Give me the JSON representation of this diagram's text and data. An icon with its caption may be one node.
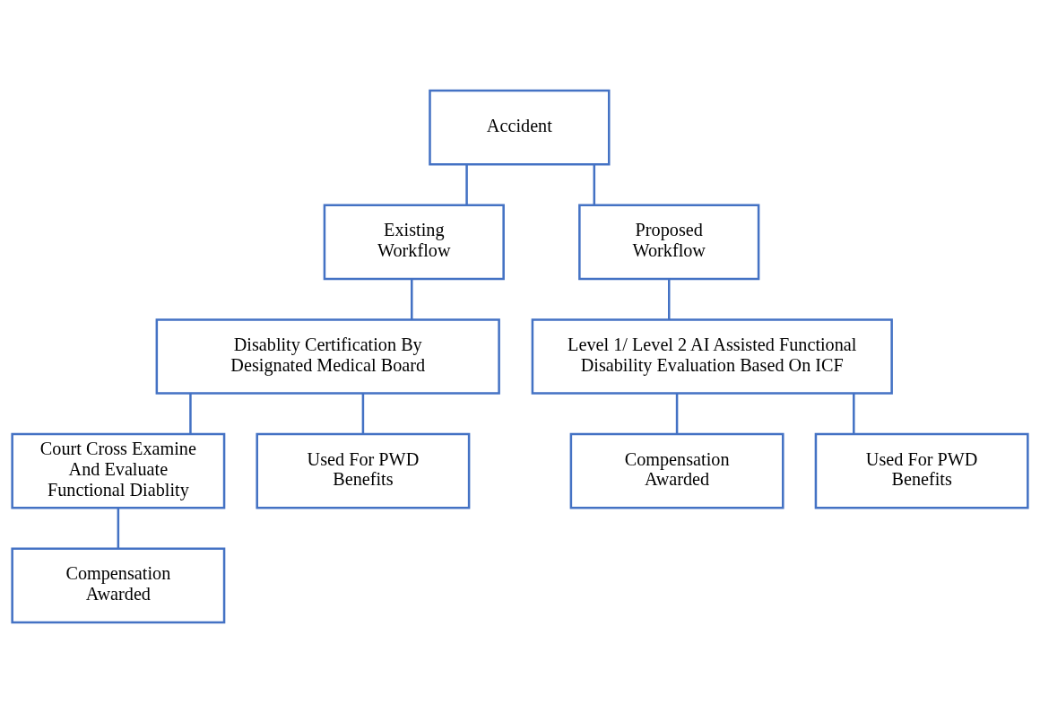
{
  "diagram": {
    "nodes": [
      {
        "text": [
          "Accident"
        ]
      },
      {
        "text": [
          "Existing Workflow"
        ]
      },
      {
        "text": [
          "Proposed Workflow"
        ]
      },
      {
        "text": [
          "Disablity Certification By Designated Medical Board"
        ]
      },
      {
        "text": [
          "Level 1/ Level 2 AI Assisted Functional Disability Evaluation Based On ICF"
        ]
      },
      {
        "text": [
          "Court Cross Examine And Evaluate Functional Diablity"
        ]
      },
      {
        "text": [
          "Used For PWD Benefits"
        ]
      },
      {
        "text": [
          "Compensation Awarded"
        ]
      },
      {
        "text": [
          "Compensation Awarded"
        ]
      },
      {
        "text": [
          "Used For PWD Benefits"
        ]
      }
    ],
    "edges": [
      {
        "from": 0,
        "to": 1,
        "arrow": "none"
      },
      {
        "from": 0,
        "to": 2,
        "arrow": "none"
      },
      {
        "from": 1,
        "to": 3,
        "arrow": "none"
      },
      {
        "from": 2,
        "to": 4,
        "arrow": "none"
      },
      {
        "from": 3,
        "to": 5,
        "arrow": "none"
      },
      {
        "from": 3,
        "to": 6,
        "arrow": "none"
      },
      {
        "from": 4,
        "to": 8,
        "arrow": "none"
      },
      {
        "from": 4,
        "to": 9,
        "arrow": "none"
      },
      {
        "from": 5,
        "to": 7,
        "arrow": "none"
      }
    ]
  }
}
